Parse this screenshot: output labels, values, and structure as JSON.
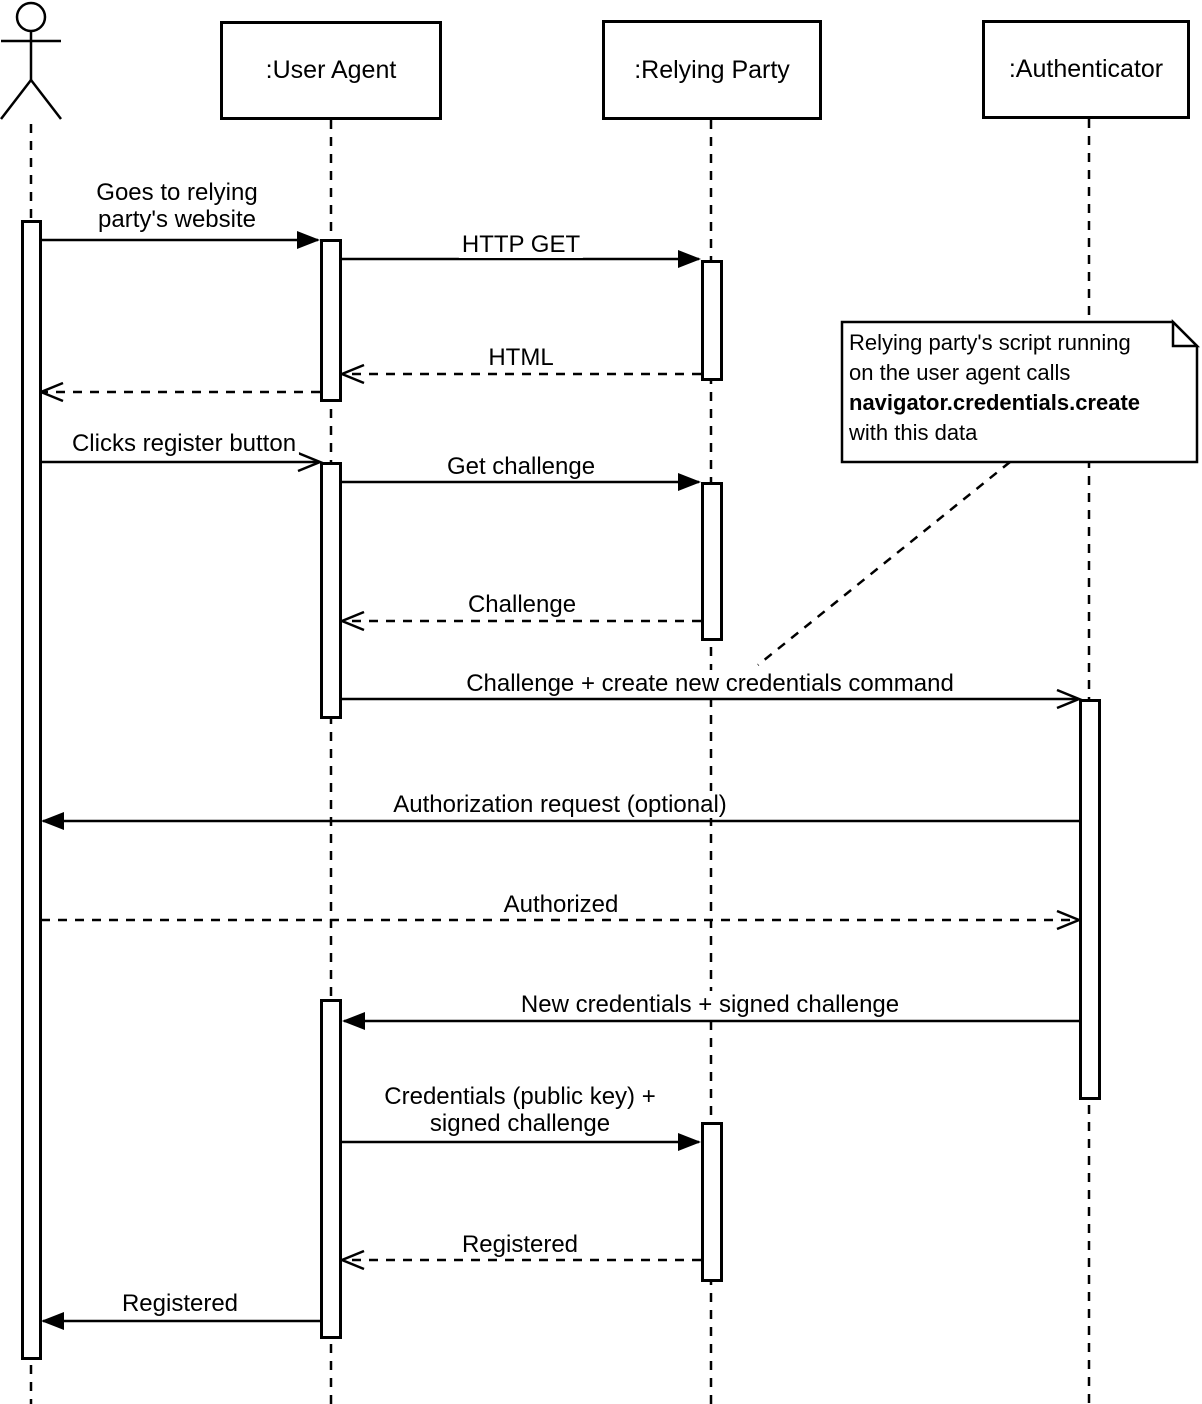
{
  "diagram_type": "uml-sequence",
  "colors": {
    "stroke": "#000000",
    "background": "#ffffff"
  },
  "participants": [
    {
      "id": "user",
      "type": "actor",
      "label": ""
    },
    {
      "id": "user-agent",
      "type": "object",
      "label": ":User Agent"
    },
    {
      "id": "relying-party",
      "type": "object",
      "label": ":Relying Party"
    },
    {
      "id": "authenticator",
      "type": "object",
      "label": ":Authenticator"
    }
  ],
  "messages": [
    {
      "from": "user",
      "to": "user-agent",
      "line": "solid",
      "arrowhead": "filled",
      "label_line1": "Goes to relying",
      "label_line2": "party's website"
    },
    {
      "from": "user-agent",
      "to": "relying-party",
      "line": "solid",
      "arrowhead": "filled",
      "label": "HTTP GET"
    },
    {
      "from": "relying-party",
      "to": "user-agent",
      "line": "dashed",
      "arrowhead": "open",
      "label": "HTML"
    },
    {
      "from": "user-agent",
      "to": "user",
      "line": "dashed",
      "arrowhead": "open",
      "label": ""
    },
    {
      "from": "user",
      "to": "user-agent",
      "line": "solid",
      "arrowhead": "open",
      "label": "Clicks register button"
    },
    {
      "from": "user-agent",
      "to": "relying-party",
      "line": "solid",
      "arrowhead": "filled",
      "label": "Get challenge"
    },
    {
      "from": "relying-party",
      "to": "user-agent",
      "line": "dashed",
      "arrowhead": "open",
      "label": "Challenge"
    },
    {
      "from": "user-agent",
      "to": "authenticator",
      "line": "solid",
      "arrowhead": "open",
      "label": "Challenge + create new credentials command"
    },
    {
      "from": "authenticator",
      "to": "user",
      "line": "solid",
      "arrowhead": "filled",
      "label": "Authorization request (optional)"
    },
    {
      "from": "user",
      "to": "authenticator",
      "line": "dashed",
      "arrowhead": "open",
      "label": "Authorized"
    },
    {
      "from": "authenticator",
      "to": "user-agent",
      "line": "solid",
      "arrowhead": "filled",
      "label": "New credentials + signed challenge"
    },
    {
      "from": "user-agent",
      "to": "relying-party",
      "line": "solid",
      "arrowhead": "filled",
      "label_line1": "Credentials (public key) +",
      "label_line2": "signed challenge"
    },
    {
      "from": "relying-party",
      "to": "user-agent",
      "line": "dashed",
      "arrowhead": "open",
      "label": "Registered"
    },
    {
      "from": "user-agent",
      "to": "user",
      "line": "solid",
      "arrowhead": "filled",
      "label": "Registered"
    }
  ],
  "note": {
    "line1": "Relying party's script running",
    "line2": "on the user agent calls",
    "line3_bold": "navigator.credentials.create",
    "line4": "with this data"
  }
}
